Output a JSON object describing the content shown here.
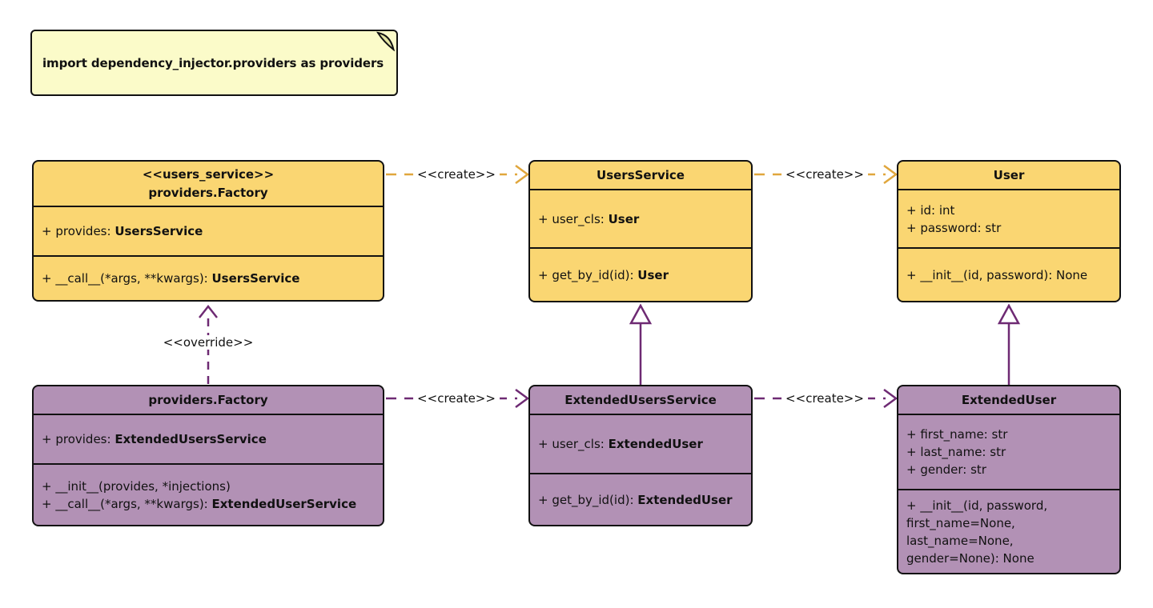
{
  "note": {
    "text": "import dependency_injector.providers as providers"
  },
  "edge_labels": {
    "create": "<<create>>",
    "override": "<<override>>"
  },
  "colors": {
    "yellow_fill": "#FAD672",
    "purple_fill": "#B291B5",
    "note_fill": "#FBFBC9",
    "note_fold": "#E3E4A3",
    "gold_arrow": "#E0A63C",
    "purple_arrow": "#6E2A73",
    "border": "#111111",
    "background": "#FFFFFF"
  },
  "classes": {
    "factory_users": {
      "stereotype": "<<users_service>>",
      "name": "providers.Factory",
      "attributes": [
        {
          "prefix": "+ provides: ",
          "type": "UsersService"
        }
      ],
      "methods": [
        {
          "prefix": "+ __call__(*args, **kwargs): ",
          "type": "UsersService"
        }
      ]
    },
    "users_service": {
      "name": "UsersService",
      "attributes": [
        {
          "prefix": "+ user_cls: ",
          "type": "User"
        }
      ],
      "methods": [
        {
          "prefix": "+ get_by_id(id): ",
          "type": "User"
        }
      ]
    },
    "user": {
      "name": "User",
      "attributes": [
        {
          "prefix": "+ id: int",
          "type": ""
        },
        {
          "prefix": "+ password: str",
          "type": ""
        }
      ],
      "methods": [
        {
          "prefix": "+ __init__(id, password): None",
          "type": ""
        }
      ]
    },
    "factory_extended": {
      "name": "providers.Factory",
      "attributes": [
        {
          "prefix": "+ provides: ",
          "type": "ExtendedUsersService"
        }
      ],
      "methods": [
        {
          "prefix": "+ __init__(provides, *injections)",
          "type": ""
        },
        {
          "prefix": "+ __call__(*args, **kwargs): ",
          "type": "ExtendedUserService"
        }
      ]
    },
    "extended_users_service": {
      "name": "ExtendedUsersService",
      "attributes": [
        {
          "prefix": "+ user_cls: ",
          "type": "ExtendedUser"
        }
      ],
      "methods": [
        {
          "prefix": "+ get_by_id(id): ",
          "type": "ExtendedUser"
        }
      ]
    },
    "extended_user": {
      "name": "ExtendedUser",
      "attributes": [
        {
          "prefix": "+ first_name: str",
          "type": ""
        },
        {
          "prefix": "+ last_name: str",
          "type": ""
        },
        {
          "prefix": "+ gender: str",
          "type": ""
        }
      ],
      "methods": [
        {
          "prefix": "+ __init__(id, password,",
          "type": ""
        },
        {
          "prefix": "first_name=None,",
          "type": ""
        },
        {
          "prefix": "last_name=None,",
          "type": ""
        },
        {
          "prefix": "gender=None): None",
          "type": ""
        }
      ]
    }
  }
}
